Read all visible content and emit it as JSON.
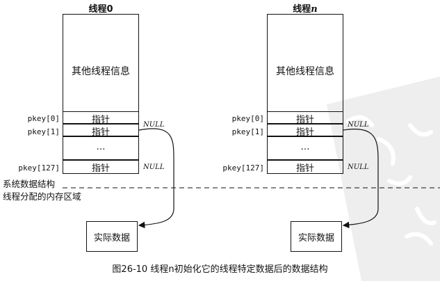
{
  "threads": [
    {
      "title_prefix": "线程",
      "title_suffix": "0",
      "info": "其他线程信息",
      "keys": [
        "pkey[0]",
        "pkey[1]",
        "pkey[127]"
      ],
      "cells": [
        "指针",
        "指针",
        "…",
        "指针"
      ],
      "nulls": [
        "NULL",
        "NULL"
      ],
      "data_label": "实际数据"
    },
    {
      "title_prefix": "线程",
      "title_suffix": "n",
      "info": "其他线程信息",
      "keys": [
        "pkey[0]",
        "pkey[1]",
        "pkey[127]"
      ],
      "cells": [
        "指针",
        "指针",
        "…",
        "指针"
      ],
      "nulls": [
        "NULL",
        "NULL"
      ],
      "data_label": "实际数据"
    }
  ],
  "regions": {
    "system": "系统数据结构",
    "thread_alloc": "线程分配的内存区域"
  },
  "caption": "图26-10    线程n初始化它的线程特定数据后的数据结构"
}
